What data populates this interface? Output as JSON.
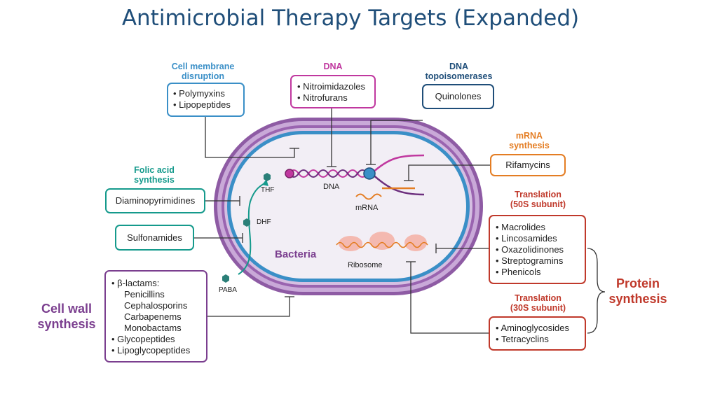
{
  "title": "Antimicrobial Therapy Targets (Expanded)",
  "colors": {
    "title": "#1f4e79",
    "membrane_blue": "#3a8fc7",
    "dna_magenta": "#c0389f",
    "topo_navy": "#1f4e79",
    "mrna_orange": "#e47d23",
    "translation_red": "#c0392b",
    "folate_teal": "#159a8c",
    "wall_purple": "#7b3f8f"
  },
  "groups": {
    "membrane": {
      "heading": [
        "Cell membrane",
        "disruption"
      ],
      "items": [
        "Polymyxins",
        "Lipopeptides"
      ]
    },
    "dna": {
      "heading": [
        "DNA"
      ],
      "items": [
        "Nitroimidazoles",
        "Nitrofurans"
      ]
    },
    "topo": {
      "heading": [
        "DNA",
        "topoisomerases"
      ],
      "items": [
        "Quinolones"
      ]
    },
    "mrna": {
      "heading": [
        "mRNA",
        "synthesis"
      ],
      "items": [
        "Rifamycins"
      ]
    },
    "folic": {
      "heading": [
        "Folic acid",
        "synthesis"
      ]
    },
    "diamino": {
      "items": [
        "Diaminopyrimidines"
      ]
    },
    "sulfa": {
      "items": [
        "Sulfonamides"
      ]
    },
    "t50": {
      "heading": [
        "Translation",
        "(50S subunit)"
      ],
      "items": [
        "Macrolides",
        "Lincosamides",
        "Oxazolidinones",
        "Streptogramins",
        "Phenicols"
      ]
    },
    "t30": {
      "heading": [
        "Translation",
        "(30S subunit)"
      ],
      "items": [
        "Aminoglycosides",
        "Tetracyclins"
      ]
    },
    "wall": {
      "items": [
        {
          "text": "β-lactams:",
          "sub": false,
          "bullet": true
        },
        {
          "text": "Penicillins",
          "sub": true,
          "bullet": false
        },
        {
          "text": "Cephalosporins",
          "sub": true,
          "bullet": false
        },
        {
          "text": "Carbapenems",
          "sub": true,
          "bullet": false
        },
        {
          "text": "Monobactams",
          "sub": true,
          "bullet": false
        },
        {
          "text": "Glycopeptides",
          "sub": false,
          "bullet": true
        },
        {
          "text": "Lipoglycopeptides",
          "sub": false,
          "bullet": true
        }
      ]
    }
  },
  "labels": {
    "protein_synthesis": [
      "Protein",
      "synthesis"
    ],
    "cell_wall_synthesis": [
      "Cell wall",
      "synthesis"
    ],
    "bacteria": "Bacteria",
    "dna": "DNA",
    "mrna": "mRNA",
    "ribosome": "Ribosome",
    "thf": "THF",
    "dhf": "DHF",
    "paba": "PABA"
  }
}
